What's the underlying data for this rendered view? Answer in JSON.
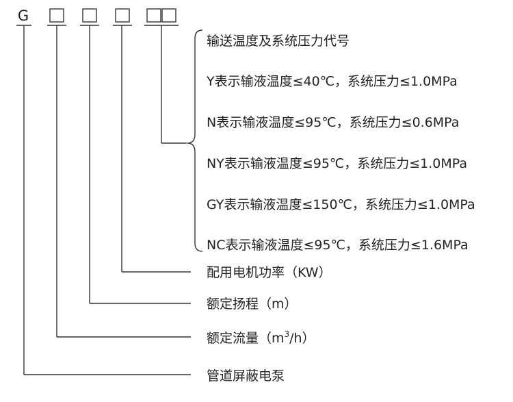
{
  "model_code": {
    "prefix": "G",
    "placeholder_glyph": "□",
    "double_placeholder_glyph": "□□"
  },
  "brace_group": {
    "title": "输送温度及系统压力代号",
    "items": [
      "Y表示输液温度≤40℃，系统压力≤1.0MPa",
      "N表示输液温度≤95℃，系统压力≤0.6MPa",
      "NY表示输液温度≤95℃，系统压力≤1.0MPa",
      "GY表示输液温度≤150℃，系统压力≤1.0MPa",
      "NC表示输液温度≤95℃，系统压力≤1.6MPa"
    ]
  },
  "labels": {
    "power": "配用电机功率（KW）",
    "head": "额定扬程（m）",
    "flow_prefix": "额定流量（m",
    "flow_sup": "3",
    "flow_suffix": "/h）",
    "product": "管道屏蔽电泵"
  }
}
